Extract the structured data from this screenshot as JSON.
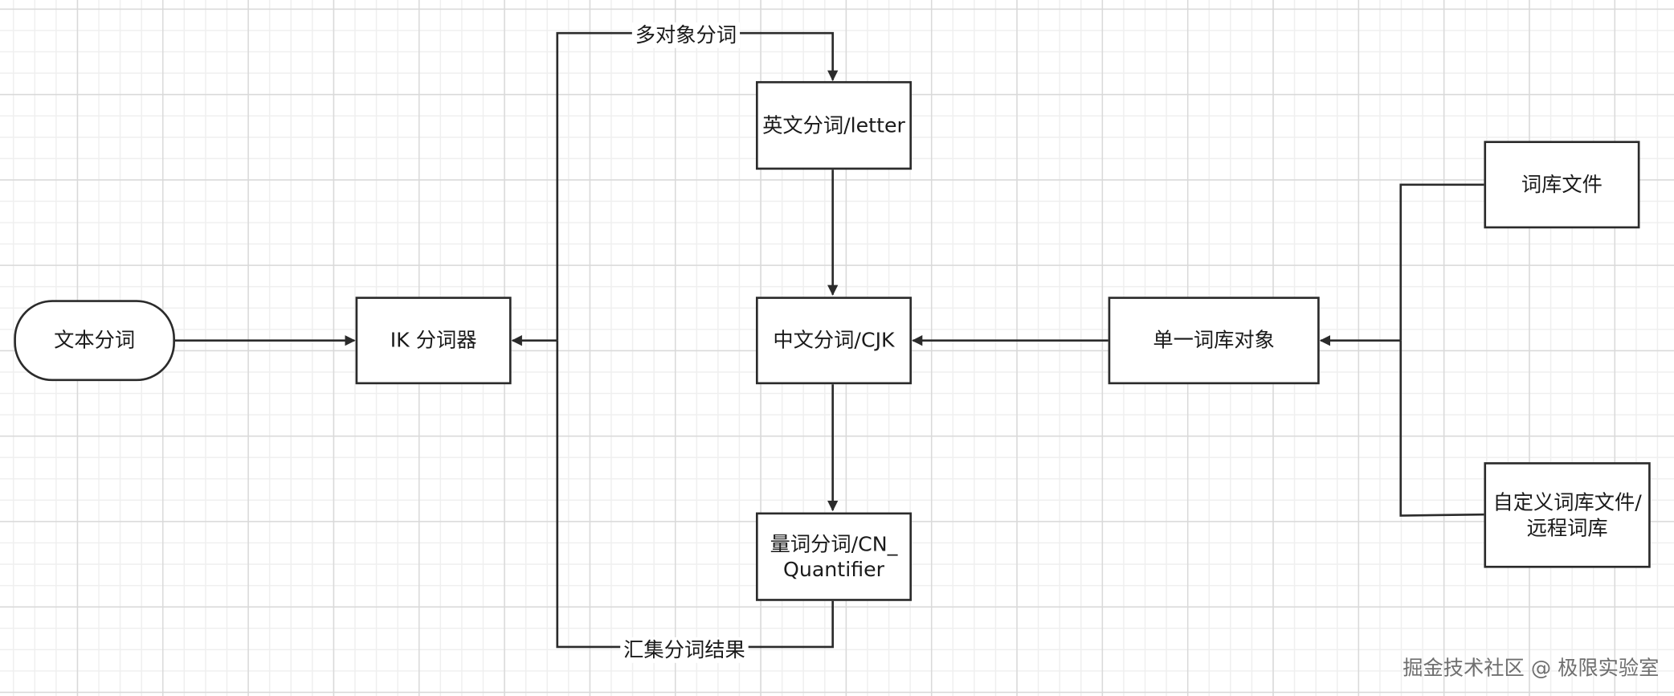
{
  "nodes": {
    "text_segmentation": "文本分词",
    "ik_analyzer": "IK 分词器",
    "english_segmenter": "英文分词/letter",
    "chinese_segmenter": "中文分词/CJK",
    "quantifier_segmenter": "量词分词/CN_Quantifier",
    "single_dictionary_object": "单一词库对象",
    "dictionary_file": "词库文件",
    "custom_remote_dictionary": "自定义词库文件/远程词库"
  },
  "edge_labels": {
    "multi_object_segmentation": "多对象分词",
    "aggregate_results": "汇集分词结果"
  },
  "watermark": "掘金技术社区 @ 极限实验室",
  "colors": {
    "stroke": "#2b2b2b",
    "grid_major": "#d9d9d9",
    "grid_minor": "#efefef",
    "background": "#ffffff"
  }
}
